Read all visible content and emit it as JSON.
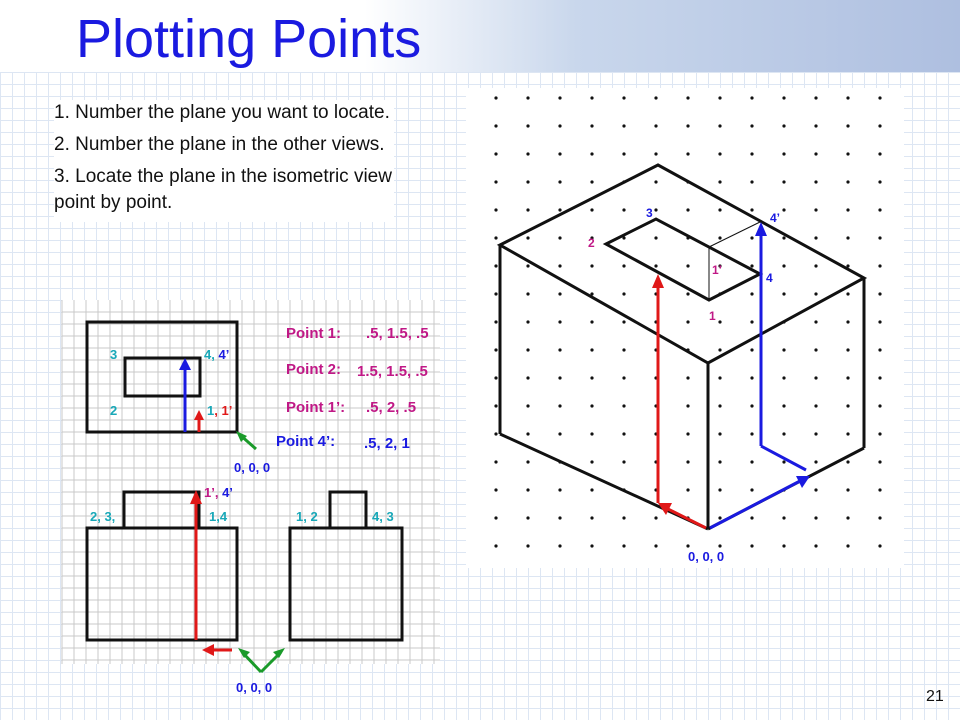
{
  "slide": {
    "title": "Plotting Points",
    "number": "21",
    "steps": [
      "1. Number the plane you want to locate.",
      "2. Number the plane in the other views.",
      "3. Locate the plane in the isometric view point by point."
    ]
  },
  "points_table": [
    {
      "label": "Point 1:",
      "value": ".5, 1.5, .5"
    },
    {
      "label": "Point 2:",
      "value": "1.5, 1.5, .5"
    },
    {
      "label": "Point 1’:",
      "value": ".5, 2, .5"
    },
    {
      "label": "Point 4’:",
      "value": ".5, 2, 1"
    }
  ],
  "orthographic_labels": {
    "top_view": {
      "p3": "3",
      "p4": "4, ",
      "p4p": "4’",
      "p2": "2",
      "p1": "1",
      "p1p": ", 1’",
      "origin": "0, 0, 0"
    },
    "front_view": {
      "upper_a": "1’, ",
      "upper_b": "4’",
      "left": "2, 3, ",
      "right": "1,4"
    },
    "side_view": {
      "left": "1, 2",
      "right": "4, 3"
    },
    "bottom_origin": "0, 0, 0"
  },
  "isometric_labels": {
    "p3": "3",
    "p2": "2",
    "p4p": "4’",
    "p1p": "1’",
    "p4": "4",
    "p1": "1",
    "origin": "0, 0, 0"
  },
  "colors": {
    "title": "#1a1ae0",
    "red": "#e01818",
    "blue": "#1a1ae0",
    "green": "#1a9a2a",
    "magenta": "#c01886",
    "cyan": "#18a8b8",
    "grid": "#dde6f3"
  }
}
